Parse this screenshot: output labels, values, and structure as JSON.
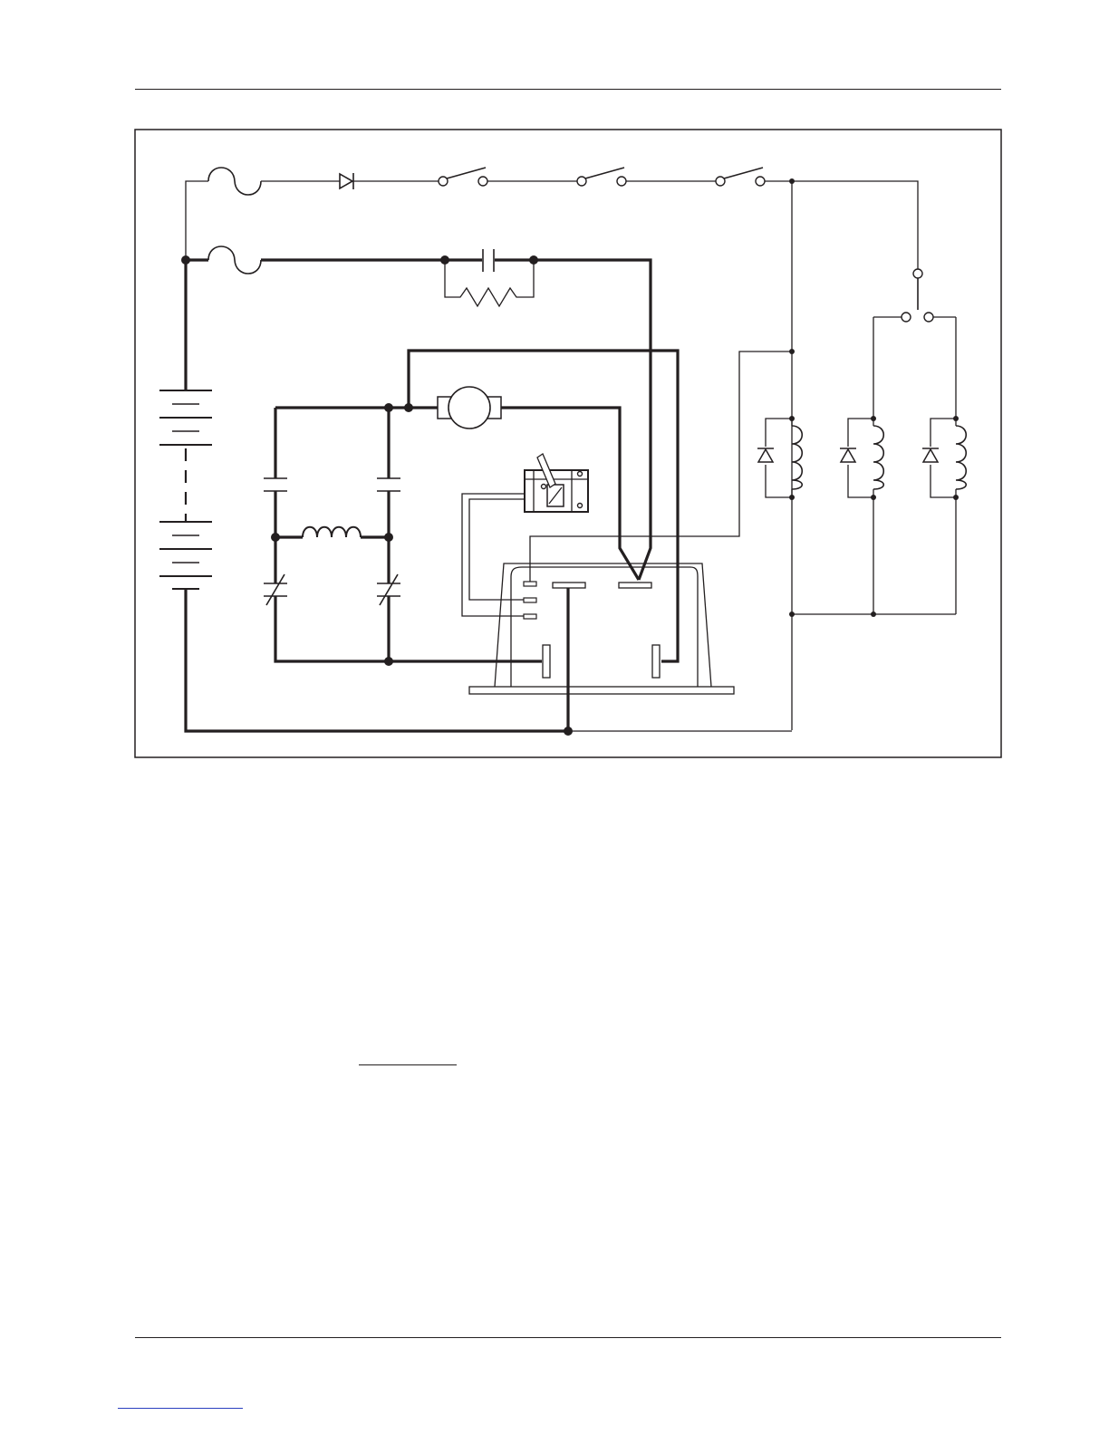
{
  "page": {
    "header_rule": "",
    "footer_rule": ""
  },
  "diagram": {
    "components": [
      "fuse-control",
      "fuse-main",
      "diode",
      "keyswitch",
      "interlock-switch-1",
      "interlock-switch-2",
      "precharge-capacitor",
      "precharge-resistor",
      "battery",
      "motor",
      "throttle",
      "filter-capacitors",
      "filter-inductor",
      "controller",
      "contactor-coils",
      "contactor-contact"
    ],
    "colors": {
      "ink": "#231f20",
      "background": "#ffffff"
    }
  }
}
